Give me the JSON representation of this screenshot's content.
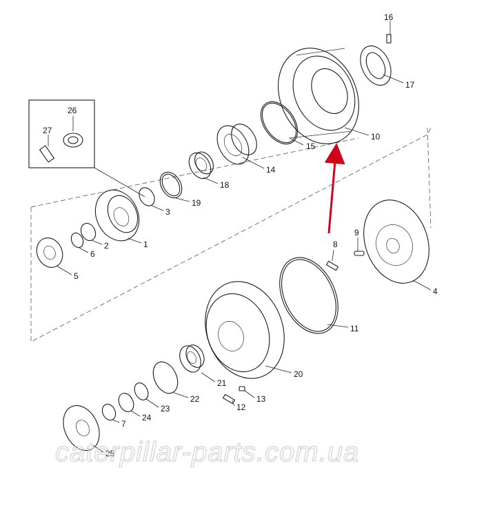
{
  "diagram": {
    "callouts": [
      {
        "id": "c16",
        "text": "16"
      },
      {
        "id": "c17",
        "text": "17"
      },
      {
        "id": "c10",
        "text": "10"
      },
      {
        "id": "c15",
        "text": "15"
      },
      {
        "id": "c14",
        "text": "14"
      },
      {
        "id": "c18",
        "text": "18"
      },
      {
        "id": "c19",
        "text": "19"
      },
      {
        "id": "c3",
        "text": "3"
      },
      {
        "id": "c26",
        "text": "26"
      },
      {
        "id": "c27",
        "text": "27"
      },
      {
        "id": "c1",
        "text": "1"
      },
      {
        "id": "c2",
        "text": "2"
      },
      {
        "id": "c6",
        "text": "6"
      },
      {
        "id": "c5",
        "text": "5"
      },
      {
        "id": "c8",
        "text": "8"
      },
      {
        "id": "c9",
        "text": "9"
      },
      {
        "id": "c4",
        "text": "4"
      },
      {
        "id": "c11",
        "text": "11"
      },
      {
        "id": "c20",
        "text": "20"
      },
      {
        "id": "c21",
        "text": "21"
      },
      {
        "id": "c22",
        "text": "22"
      },
      {
        "id": "c23",
        "text": "23"
      },
      {
        "id": "c24",
        "text": "24"
      },
      {
        "id": "c7",
        "text": "7"
      },
      {
        "id": "c13",
        "text": "13"
      },
      {
        "id": "c12",
        "text": "12"
      },
      {
        "id": "c25",
        "text": "25"
      }
    ],
    "watermark": "caterpillar-parts.com.ua",
    "colors": {
      "line": "#1a1a1a",
      "highlight_arrow": "#d0021b",
      "watermark": "#d4d4d4"
    }
  }
}
